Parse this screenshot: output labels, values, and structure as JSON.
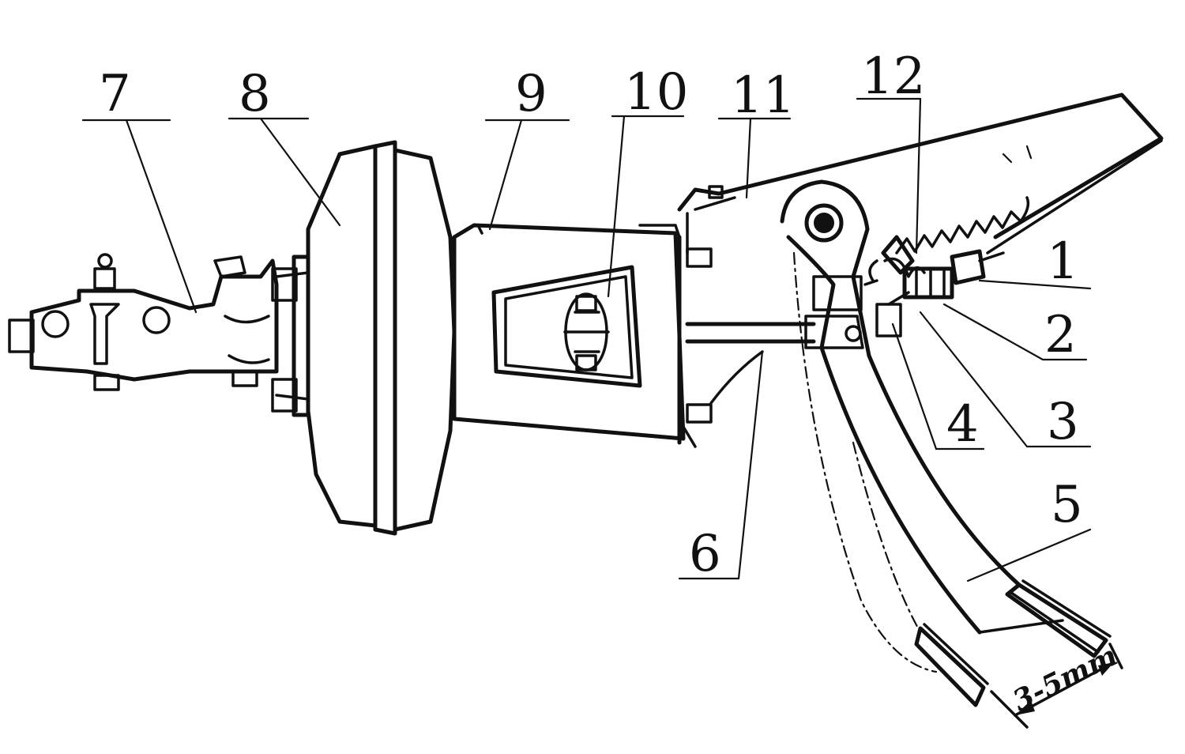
{
  "labels": {
    "l1": "1",
    "l2": "2",
    "l3": "3",
    "l4": "4",
    "l5": "5",
    "l6": "6",
    "l7": "7",
    "l8": "8",
    "l9": "9",
    "l10": "10",
    "l11": "11",
    "l12": "12"
  },
  "dimension": "3-5mm"
}
